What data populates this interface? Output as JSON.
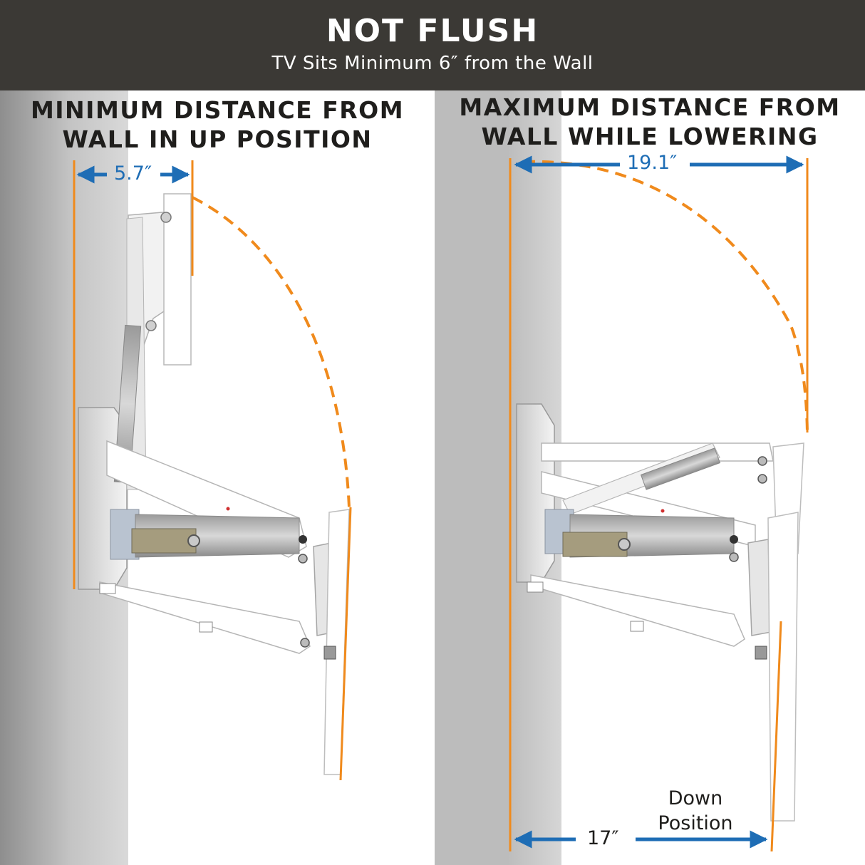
{
  "header": {
    "title": "NOT FLUSH",
    "subtitle": "TV Sits Minimum 6″ from the Wall"
  },
  "left_panel": {
    "heading_line1": "MINIMUM DISTANCE FROM",
    "heading_line2": "WALL IN UP POSITION",
    "dimension": "5.7″"
  },
  "right_panel": {
    "heading_line1": "MAXIMUM DISTANCE FROM",
    "heading_line2": "WALL WHILE LOWERING",
    "dimension_top": "19.1″",
    "dimension_bottom": "17″",
    "position_line1": "Down",
    "position_line2": "Position"
  },
  "colors": {
    "header_bg": "#3b3935",
    "orange": "#f08a1c",
    "blue": "#1e6db5",
    "wall_gray": "#b8b8b8"
  }
}
